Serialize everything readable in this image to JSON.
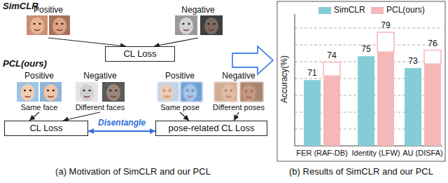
{
  "diagram": {
    "nodes": [
      {
        "text": [
          "Positive"
        ]
      },
      {
        "text": [
          "Negative"
        ]
      },
      {
        "text": [
          "CL Loss"
        ]
      },
      {
        "text": [
          "Positive",
          "Same face"
        ]
      },
      {
        "text": [
          "Negative",
          "Different faces"
        ]
      },
      {
        "text": [
          "Positive",
          "Same pose"
        ]
      },
      {
        "text": [
          "Negative",
          "Different poses"
        ]
      },
      {
        "text": [
          "CL Loss"
        ]
      },
      {
        "text": [
          "pose-related CL Loss"
        ]
      }
    ],
    "edges": [
      {
        "from": 0,
        "to": 2,
        "arrow": "to"
      },
      {
        "from": 1,
        "to": 2,
        "arrow": "to"
      },
      {
        "from": 3,
        "to": 7,
        "arrow": "to"
      },
      {
        "from": 4,
        "to": 7,
        "arrow": "to"
      },
      {
        "from": 5,
        "to": 8,
        "arrow": "to"
      },
      {
        "from": 6,
        "to": 8,
        "arrow": "to"
      },
      {
        "from": 7,
        "to": 8,
        "label": "Disentangle",
        "arrow": "both"
      }
    ],
    "labels": [
      "SimCLR",
      "PCL(ours)",
      "(a) Motivation of SimCLR and our PCL",
      "Accuracy(%)",
      "71",
      "74",
      "75",
      "79",
      "73",
      "76",
      "FER (RAF-DB)",
      "Identity (LFW)",
      "AU (DISFA)",
      "(b) Results of SimCLR and our PCL"
    ],
    "legend": [
      {
        "text": "SimCLR",
        "color": "#84cdd8"
      },
      {
        "text": "PCL(ours)",
        "color": "#f6b7b9"
      }
    ]
  }
}
